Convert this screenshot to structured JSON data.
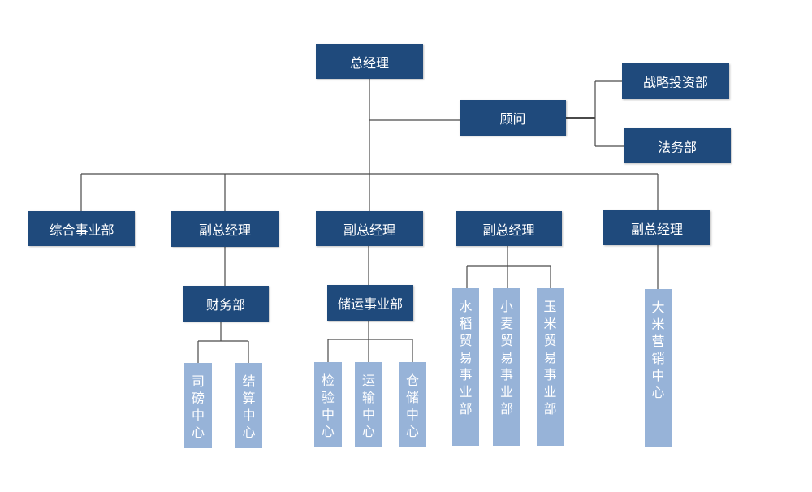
{
  "nodes": {
    "ceo": "总经理",
    "advisor": "顾问",
    "strategy": "战略投资部",
    "legal": "法务部",
    "general": "综合事业部",
    "vp1": "副总经理",
    "vp2": "副总经理",
    "vp3": "副总经理",
    "vp4": "副总经理",
    "finance": "财务部",
    "logistics": "储运事业部",
    "weighing": "司磅中心",
    "settlement": "结算中心",
    "inspection": "检验中心",
    "transport": "运输中心",
    "storage": "仓储中心",
    "rice_trade": "水稻贸易事业部",
    "wheat_trade": "小麦贸易事业部",
    "corn_trade": "玉米贸易事业部",
    "rice_marketing": "大米营销中心"
  },
  "colors": {
    "dark_box": "#1f4a7c",
    "light_box": "#97b3d8",
    "line": "#4a4a4a"
  }
}
